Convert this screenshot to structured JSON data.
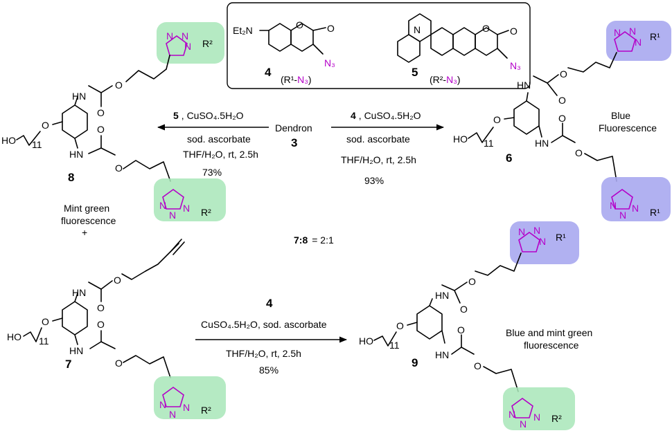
{
  "reagents_box": {
    "compound_4": {
      "number": "4",
      "substituent": "Et₂N",
      "carbonyl": "O",
      "ring_o": "O",
      "azide": "N₃",
      "formula_r": "(R¹-",
      "formula_n3": "N₃",
      "formula_close": ")"
    },
    "compound_5": {
      "number": "5",
      "amine": "N",
      "carbonyl": "O",
      "ring_o": "O",
      "azide": "N₃",
      "formula_r": "(R²-",
      "formula_n3": "N₃",
      "formula_close": ")"
    }
  },
  "center": {
    "dendron_label": "Dendron",
    "dendron_number": "3"
  },
  "reaction_left": {
    "reagent": "5",
    "catalyst": ", CuSO₄.5H₂O",
    "reductant": "sod. ascorbate",
    "conditions": "THF/H₂O, rt, 2.5h",
    "yield": "73%"
  },
  "reaction_right": {
    "reagent": "4",
    "catalyst": ", CuSO₄.5H₂O",
    "reductant": "sod. ascorbate",
    "conditions": "THF/H₂O, rt, 2.5h",
    "yield": "93%"
  },
  "reaction_bottom": {
    "reagent": "4",
    "catalyst": "CuSO₄.5H₂O, sod. ascorbate",
    "conditions": "THF/H₂O, rt, 2.5h",
    "yield": "85%"
  },
  "product_8": {
    "number": "8",
    "fluorescence_line1": "Mint green",
    "fluorescence_line2": "fluorescence",
    "plus": "+",
    "r_group": "R²",
    "chain": "HO",
    "index": "11",
    "nh": "HN",
    "o": "O"
  },
  "product_6": {
    "number": "6",
    "fluorescence_line1": "Blue",
    "fluorescence_line2": "Fluorescence",
    "r_group": "R¹",
    "chain": "HO",
    "index": "11",
    "nh": "HN",
    "o": "O"
  },
  "product_7": {
    "number": "7",
    "r_group": "R²",
    "chain": "HO",
    "index": "11",
    "nh": "HN",
    "o": "O"
  },
  "product_9": {
    "number": "9",
    "fluorescence_line1": "Blue and mint green",
    "fluorescence_line2": "fluorescence",
    "r_group_top": "R¹",
    "r_group_bottom": "R²",
    "chain": "HO",
    "index": "11",
    "nh": "HN",
    "o": "O"
  },
  "ratio": {
    "label": "7:8",
    "value": "= 2:1"
  },
  "triazole": {
    "n": "N"
  },
  "colors": {
    "azide_magenta": "#b400c8",
    "mint_green": "#a8e6b8",
    "blue_lavender": "#a9a9f0",
    "ink": "#000000"
  }
}
